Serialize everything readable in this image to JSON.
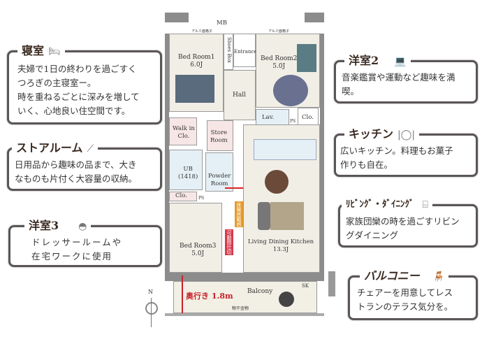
{
  "cards": {
    "bedroom": {
      "title": "寝室",
      "icon": "bed-icon",
      "body": "夫婦で1日の終わりを過ごすく\nつろぎの主寝室ー。\n時を重ねるごとに深みを増して\nいく、心地良い住空間です。"
    },
    "store": {
      "title": "ストアルーム",
      "icon": "fishing-rod-ski-icon",
      "body": "日用品から趣味の品まで、大き\nなものも片付く大容量の収納。"
    },
    "room3": {
      "title": "洋室3",
      "icon": "dresser-mirror-icon",
      "body": "ドレッサールームや\n在宅ワークに使用"
    },
    "room2": {
      "title": "洋室2",
      "icon": "laptop-icon",
      "body": "音楽鑑賞や運動など趣味を満\n喫。"
    },
    "kitchen": {
      "title": "キッチン",
      "icon": "plate-cutlery-icon",
      "body": "広いキッチン。料理もお菓子\n作りも自在。"
    },
    "living": {
      "title": "ﾘﾋﾞﾝｸﾞ・ﾀﾞｲﾆﾝｸﾞ",
      "icon": "sofa-icon",
      "body": "家族団欒の時を過ごすリビン\nグダイニング"
    },
    "balcony": {
      "title": "バルコニー",
      "icon": "chair-icon",
      "body": "チェアーを用意してレス\nトランのテラス気分を。"
    }
  },
  "plan": {
    "mb": "MB",
    "window_left": "アルミ面格子",
    "window_right": "アルミ面格子",
    "shoes_box": "Shoes Box",
    "entrance": "Entrance",
    "bed1": "Bed Room1\n6.0J",
    "bed2": "Bed Room2\n5.0J",
    "hall": "Hall",
    "walkin": "Walk in\nClo.",
    "store": "Store\nRoom",
    "lav": "Lav.",
    "ps": "PS",
    "clo_r": "Clo.",
    "ub": "UB\n(1418)",
    "powder": "Powder\nRoom",
    "clo_l": "Clo.",
    "ps2": "PS",
    "bed3": "Bed Room3\n5.0J",
    "ldk": "Living Dining Kitchen\n13.3J",
    "floor_heating": "床暖房範囲",
    "partition": "可動間仕切",
    "balcony": "Balcony",
    "depth": "奥行き 1.8m",
    "sk": "SK",
    "hanger": "物干金物",
    "north": "N"
  }
}
